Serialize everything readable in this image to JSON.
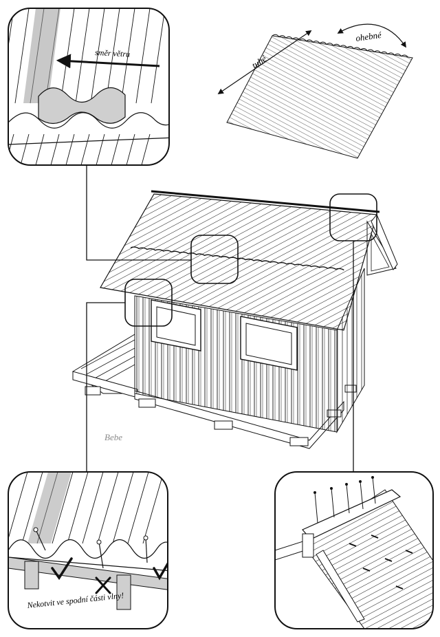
{
  "labels": {
    "wind_direction": "směr větru",
    "rigid": "tuhé",
    "flexible": "ohebné",
    "brand": "Bebe",
    "warning": "Nekotvit ve spodní části vlny!"
  },
  "colors": {
    "stroke": "#111111",
    "shade": "#9a9a9a",
    "light_shade": "#cfcfcf",
    "brand_gray": "#8a8a8a"
  },
  "icons": {
    "correct": "check-icon",
    "wrong": "cross-icon"
  }
}
